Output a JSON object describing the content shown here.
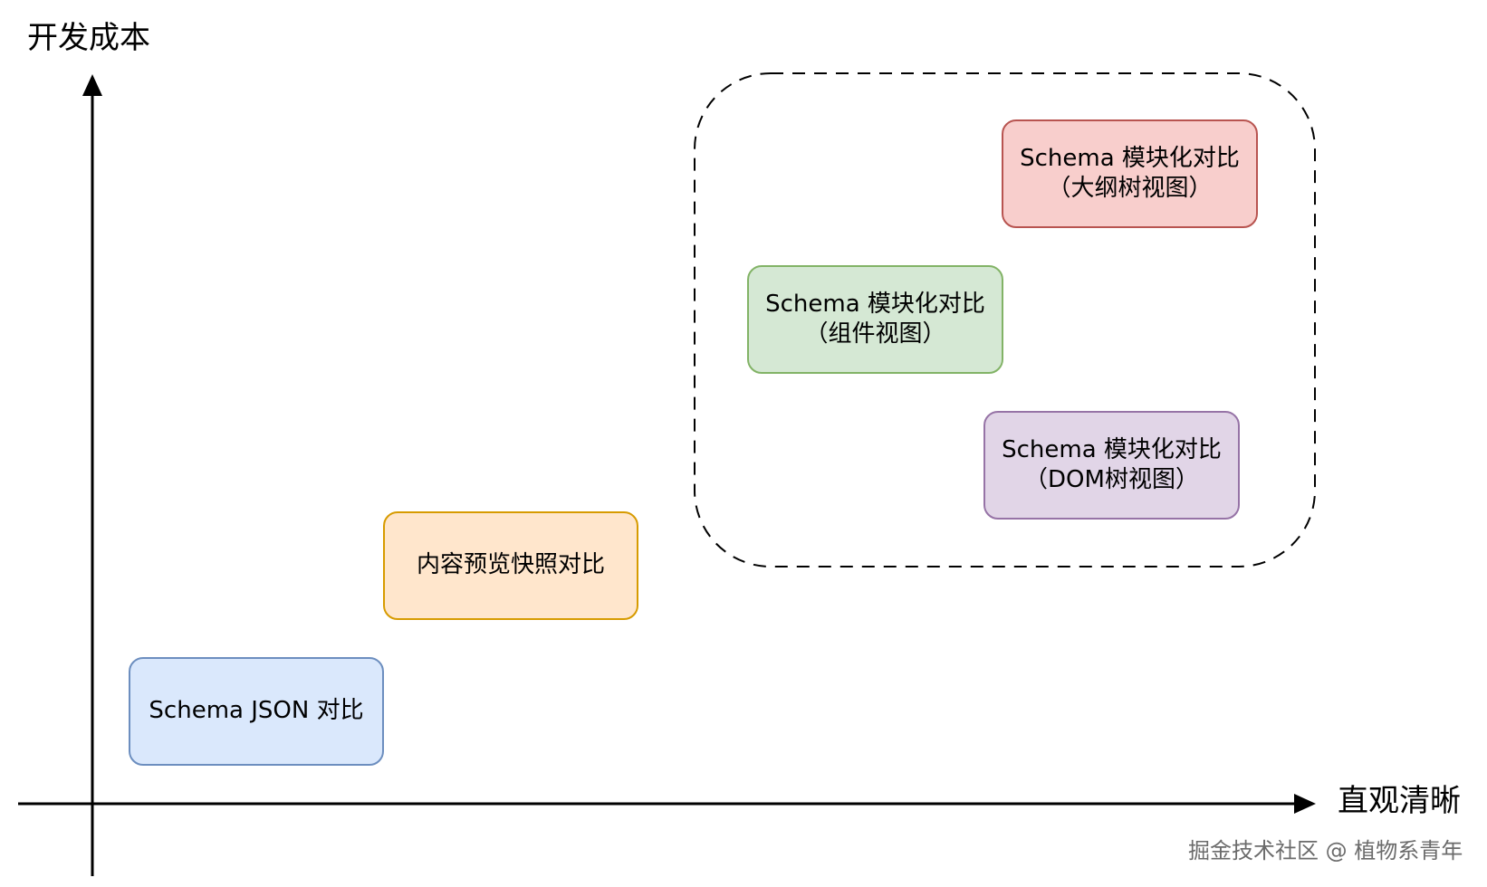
{
  "axes": {
    "y_label": "开发成本",
    "x_label": "直观清晰"
  },
  "nodes": {
    "schema_json": {
      "lines": [
        "Schema JSON 对比"
      ],
      "fill": "#dae8fc",
      "stroke": "#6c8ebf"
    },
    "snapshot": {
      "lines": [
        "内容预览快照对比"
      ],
      "fill": "#ffe6cc",
      "stroke": "#d79b00"
    },
    "component_view": {
      "lines": [
        "Schema 模块化对比",
        "（组件视图）"
      ],
      "fill": "#d5e8d4",
      "stroke": "#82b366"
    },
    "outline_view": {
      "lines": [
        "Schema 模块化对比",
        "（大纲树视图）"
      ],
      "fill": "#f8cecc",
      "stroke": "#b85450"
    },
    "dom_view": {
      "lines": [
        "Schema 模块化对比",
        "（DOM树视图）"
      ],
      "fill": "#e1d5e7",
      "stroke": "#9673a6"
    }
  },
  "watermark": "掘金技术社区 @ 植物系青年"
}
